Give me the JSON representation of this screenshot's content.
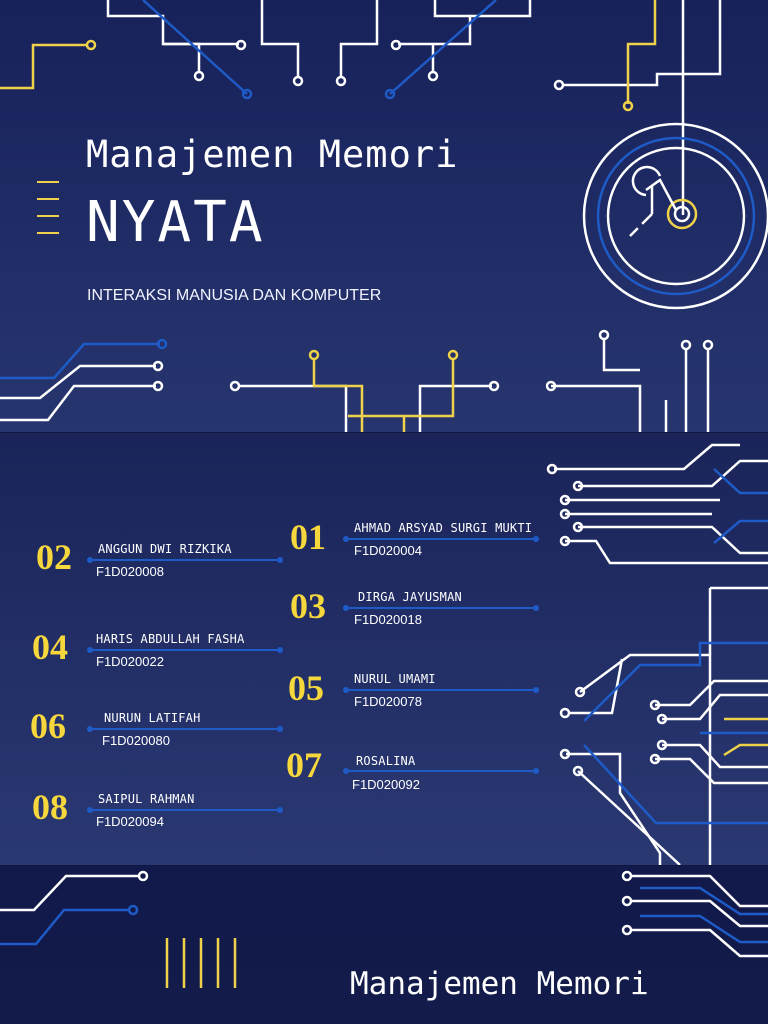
{
  "cover": {
    "title_line1": "Manajemen Memori",
    "title_line2": "NYATA",
    "subtitle": "INTERAKSI MANUSIA DAN KOMPUTER"
  },
  "members": [
    {
      "number": "01",
      "name": "AHMAD ARSYAD SURGI MUKTI",
      "nim": "F1D020004"
    },
    {
      "number": "02",
      "name": "ANGGUN DWI RIZKIKA",
      "nim": "F1D020008"
    },
    {
      "number": "03",
      "name": "DIRGA JAYUSMAN",
      "nim": "F1D020018"
    },
    {
      "number": "04",
      "name": "HARIS ABDULLAH FASHA",
      "nim": "F1D020022"
    },
    {
      "number": "05",
      "name": "NURUL UMAMI",
      "nim": "F1D020078"
    },
    {
      "number": "06",
      "name": "NURUN LATIFAH",
      "nim": "F1D020080"
    },
    {
      "number": "07",
      "name": "ROSALINA",
      "nim": "F1D020092"
    },
    {
      "number": "08",
      "name": "SAIPUL RAHMAN",
      "nim": "F1D020094"
    }
  ],
  "footer": {
    "title": "Manajemen Memori"
  },
  "colors": {
    "background": "#1b2660",
    "accent_yellow": "#f6d83d",
    "accent_blue": "#1e5bc7",
    "line_white": "#ffffff"
  }
}
